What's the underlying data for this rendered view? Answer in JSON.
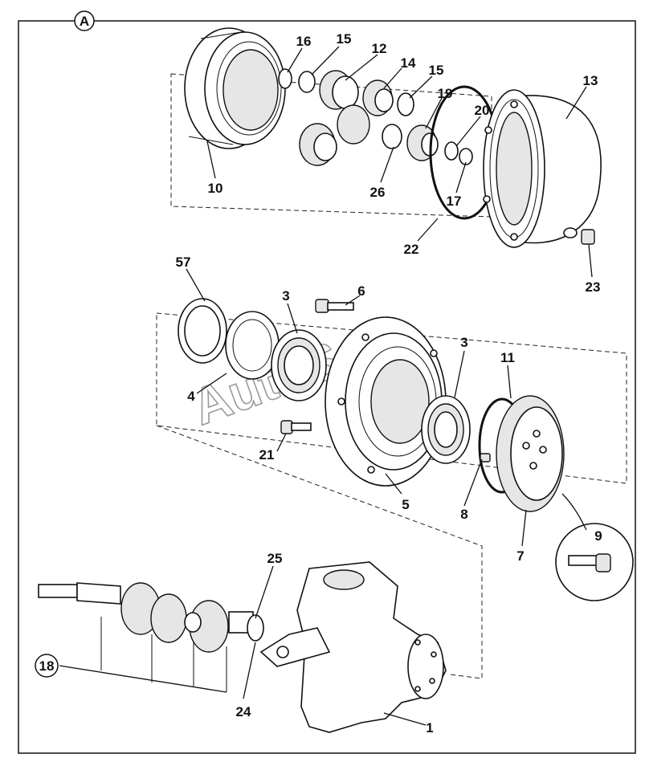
{
  "view_marker": "A",
  "watermark": "AutoSoft",
  "callouts": [
    {
      "id": "c16",
      "text": "16"
    },
    {
      "id": "c15a",
      "text": "15"
    },
    {
      "id": "c12",
      "text": "12"
    },
    {
      "id": "c14",
      "text": "14"
    },
    {
      "id": "c15b",
      "text": "15"
    },
    {
      "id": "c19",
      "text": "19"
    },
    {
      "id": "c20",
      "text": "20"
    },
    {
      "id": "c13",
      "text": "13"
    },
    {
      "id": "c10",
      "text": "10"
    },
    {
      "id": "c26",
      "text": "26"
    },
    {
      "id": "c17",
      "text": "17"
    },
    {
      "id": "c22",
      "text": "22"
    },
    {
      "id": "c23",
      "text": "23"
    },
    {
      "id": "c57",
      "text": "57"
    },
    {
      "id": "c3a",
      "text": "3"
    },
    {
      "id": "c6",
      "text": "6"
    },
    {
      "id": "c3b",
      "text": "3"
    },
    {
      "id": "c11",
      "text": "11"
    },
    {
      "id": "c4",
      "text": "4"
    },
    {
      "id": "c21",
      "text": "21"
    },
    {
      "id": "c5",
      "text": "5"
    },
    {
      "id": "c8",
      "text": "8"
    },
    {
      "id": "c9",
      "text": "9"
    },
    {
      "id": "c7",
      "text": "7"
    },
    {
      "id": "c25",
      "text": "25"
    },
    {
      "id": "c18",
      "text": "18"
    },
    {
      "id": "c24",
      "text": "24"
    },
    {
      "id": "c1",
      "text": "1"
    }
  ]
}
